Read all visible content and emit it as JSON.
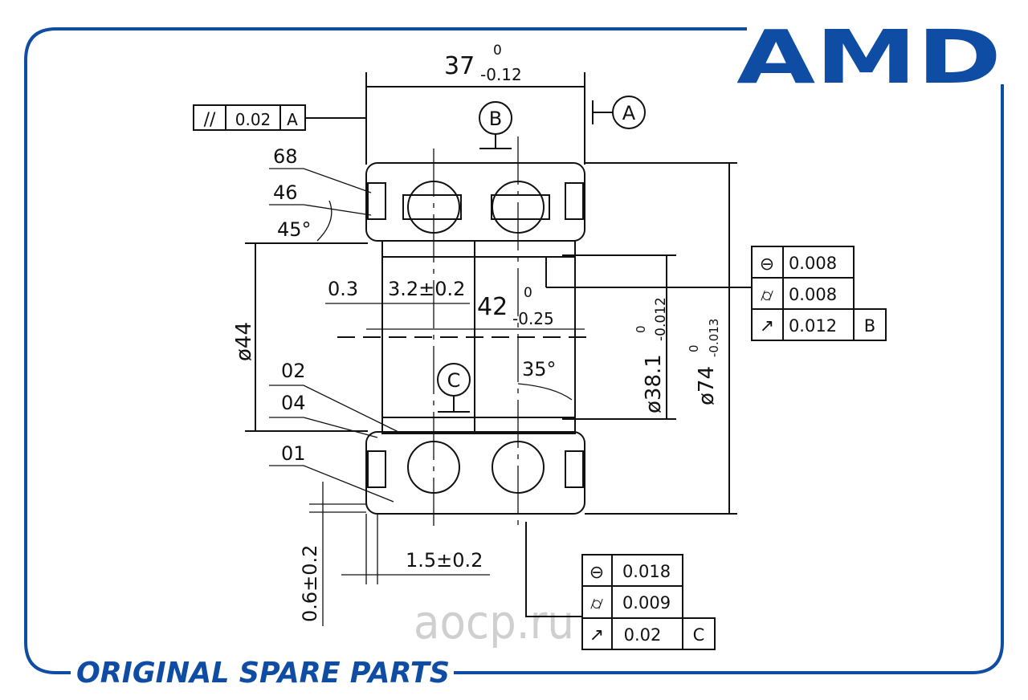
{
  "brand": {
    "logo_text": "AMD",
    "slogan": "ORIGINAL SPARE PARTS",
    "watermark": "аоср.ru",
    "color": "#0e4da3"
  },
  "dimensions": {
    "width": {
      "value": "37",
      "upper": "0",
      "lower": "-0.12"
    },
    "inner_ring_width": {
      "value": "42",
      "upper": "0",
      "lower": "-0.25"
    },
    "bore": {
      "value": "ø38.1",
      "upper": "0",
      "lower": "-0.012"
    },
    "outer_diameter": {
      "value": "ø74",
      "upper": "0",
      "lower": "-0.013"
    },
    "shoulder_diameter": "ø44",
    "chamfer": "0.3",
    "offset": "3.2±0.2",
    "seal_offset": "1.5±0.2",
    "seal_depth": "0.6±0.2",
    "angle_chamfer": "45°",
    "contact_angle": "35°"
  },
  "datums": {
    "a": "A",
    "b": "B",
    "c": "C"
  },
  "part_labels": [
    "68",
    "46",
    "02",
    "04",
    "01"
  ],
  "parallelism": {
    "symbol": "//",
    "value": "0.02",
    "datum": "A"
  },
  "tolerance_table_outer": [
    {
      "symbol": "roundness",
      "glyph": "⊖",
      "value": "0.008",
      "datum": ""
    },
    {
      "symbol": "cylindricity",
      "glyph": "⌭",
      "value": "0.008",
      "datum": ""
    },
    {
      "symbol": "runout",
      "glyph": "↗",
      "value": "0.012",
      "datum": "B"
    }
  ],
  "tolerance_table_inner": [
    {
      "symbol": "roundness",
      "glyph": "⊖",
      "value": "0.018",
      "datum": ""
    },
    {
      "symbol": "cylindricity",
      "glyph": "⌭",
      "value": "0.009",
      "datum": ""
    },
    {
      "symbol": "runout",
      "glyph": "↗",
      "value": "0.02",
      "datum": "C"
    }
  ]
}
